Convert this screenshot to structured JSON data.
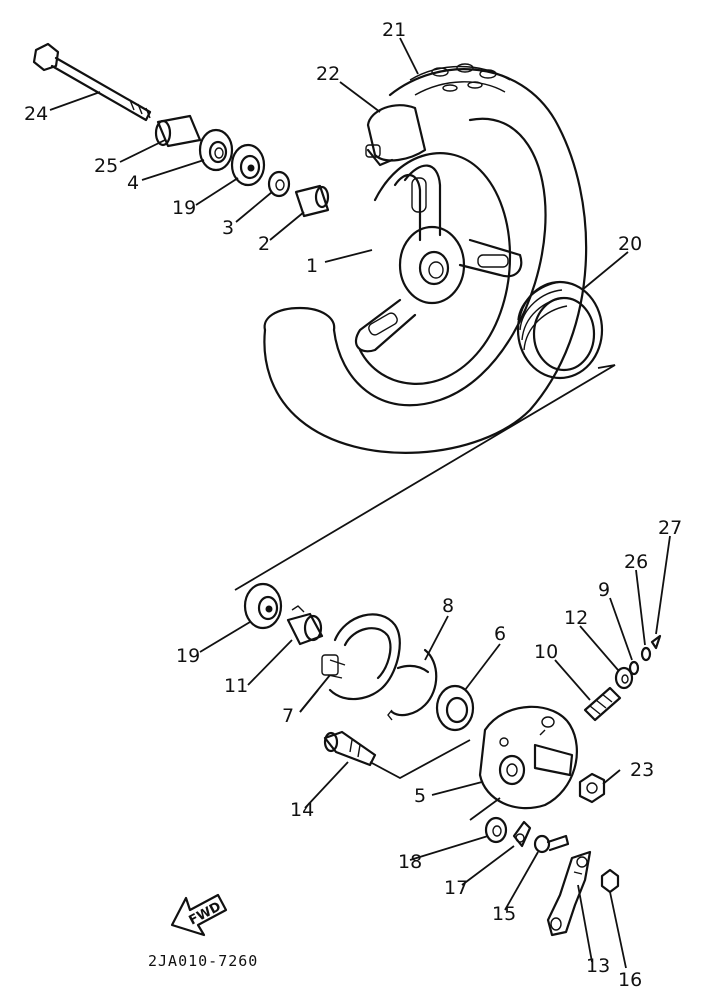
{
  "diagram": {
    "drawing_code": "2JA010-7260",
    "direction_arrow_label": "FWD",
    "callouts": [
      "21",
      "22",
      "24",
      "25",
      "4",
      "19",
      "3",
      "2",
      "1",
      "20",
      "27",
      "26",
      "9",
      "12",
      "8",
      "6",
      "10",
      "19",
      "11",
      "7",
      "5",
      "23",
      "14",
      "18",
      "17",
      "15",
      "13",
      "16"
    ]
  }
}
